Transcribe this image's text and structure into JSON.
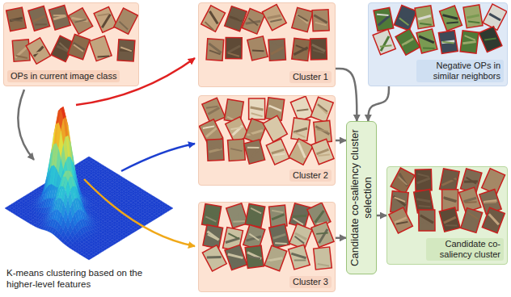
{
  "diagram": {
    "nodes": [
      {
        "text": [
          "OPs in current image class"
        ]
      },
      {
        "text": [
          "Cluster 1"
        ]
      },
      {
        "text": [
          "Negative OPs in similar neighbors"
        ]
      },
      {
        "text": [
          "Cluster 2"
        ]
      },
      {
        "text": [
          "Candidate co-saliency cluster selection"
        ]
      },
      {
        "text": [
          "Candidate co-saliency cluster"
        ]
      },
      {
        "text": [
          "Cluster 3"
        ]
      }
    ],
    "edges": [
      {
        "from": 1,
        "to": 4,
        "arrow": "to"
      },
      {
        "from": 2,
        "to": 4,
        "arrow": "to"
      },
      {
        "from": 3,
        "to": 4,
        "arrow": "to"
      },
      {
        "from": 6,
        "to": 4,
        "arrow": "to"
      },
      {
        "from": 4,
        "to": 5,
        "arrow": "to"
      }
    ],
    "labels": [
      "K-means clustering based on the higher-level features"
    ]
  }
}
